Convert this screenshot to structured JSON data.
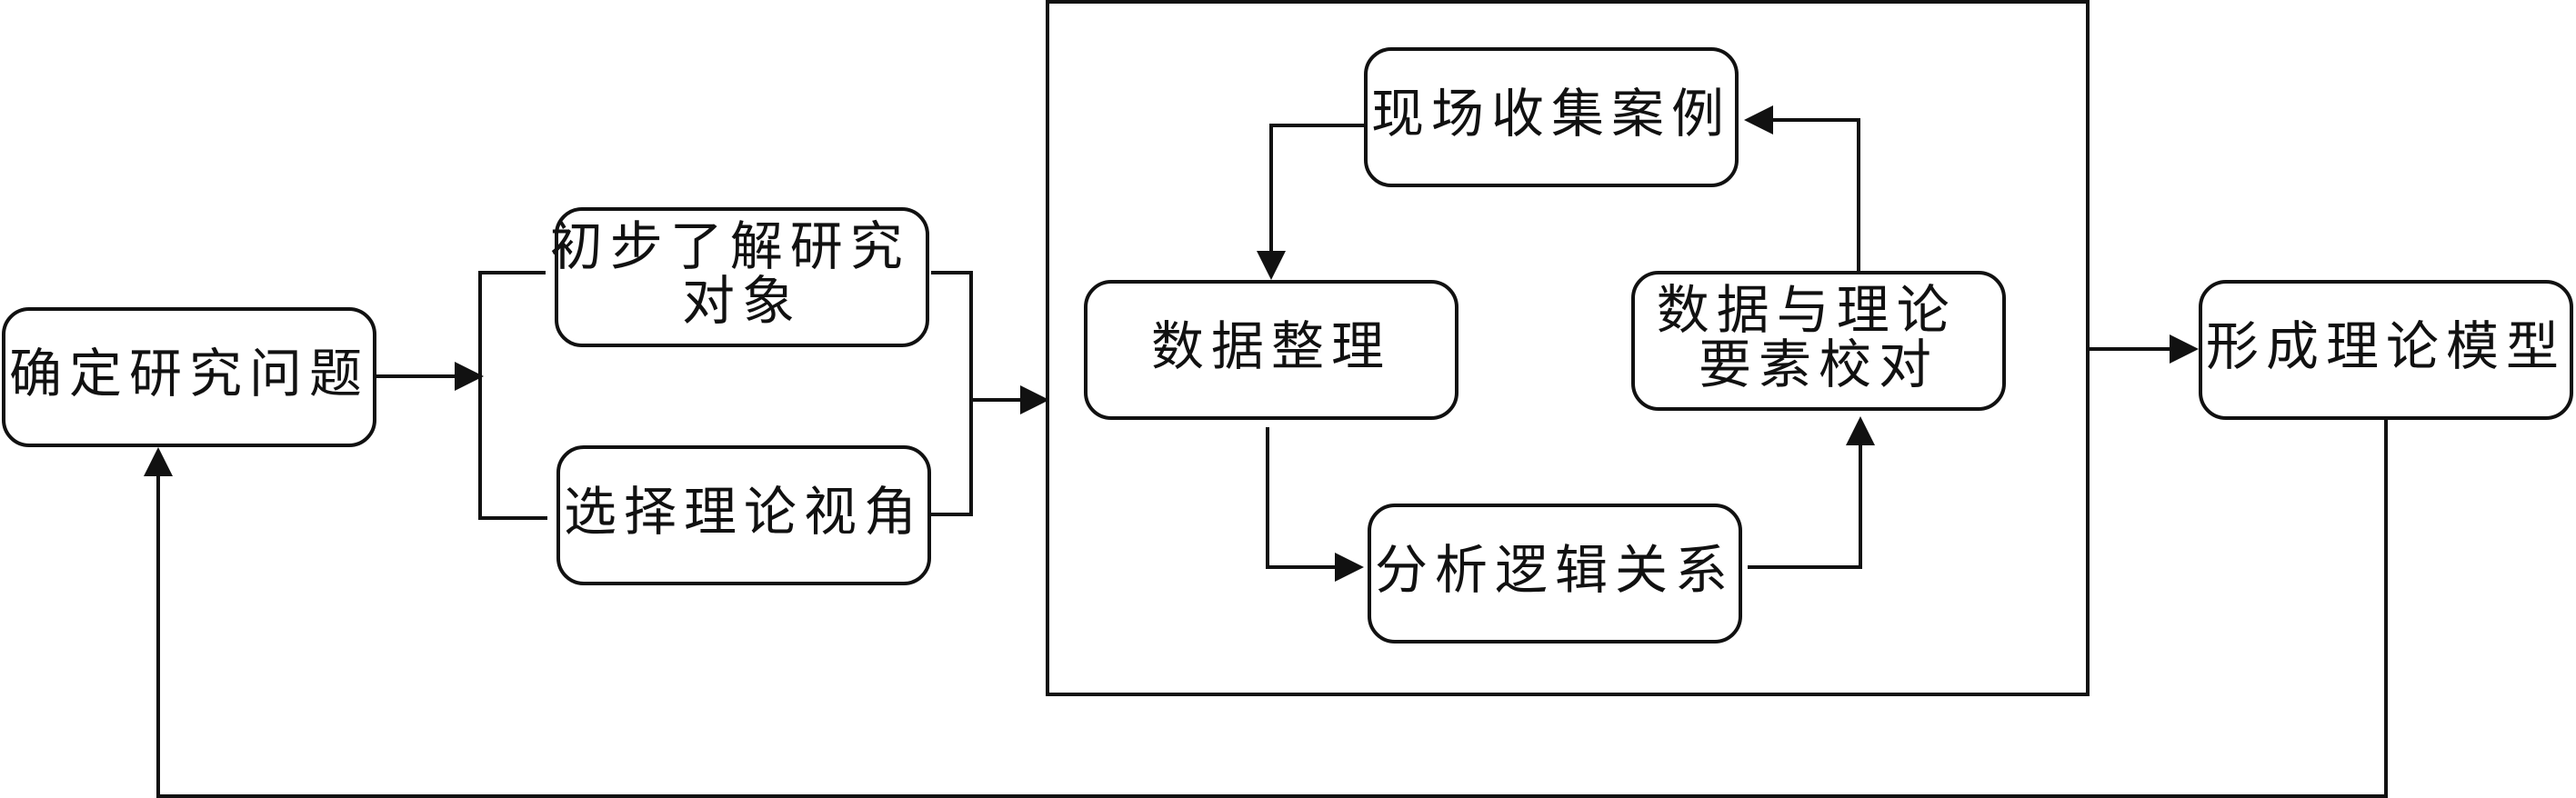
{
  "diagram": {
    "nodes": {
      "determine_question": {
        "lines": [
          "确定研究问题"
        ]
      },
      "initial_understanding": {
        "lines": [
          "初步了解研究",
          "对象"
        ]
      },
      "choose_perspective": {
        "lines": [
          "选择理论视角"
        ]
      },
      "collect_cases": {
        "lines": [
          "现场收集案例"
        ]
      },
      "organize_data": {
        "lines": [
          "数据整理"
        ]
      },
      "data_theory_check": {
        "lines": [
          "数据与理论",
          "要素校对"
        ]
      },
      "analyze_relations": {
        "lines": [
          "分析逻辑关系"
        ]
      },
      "form_model": {
        "lines": [
          "形成理论模型"
        ]
      }
    },
    "colors": {
      "stroke": "#111111",
      "fill": "#ffffff"
    }
  }
}
